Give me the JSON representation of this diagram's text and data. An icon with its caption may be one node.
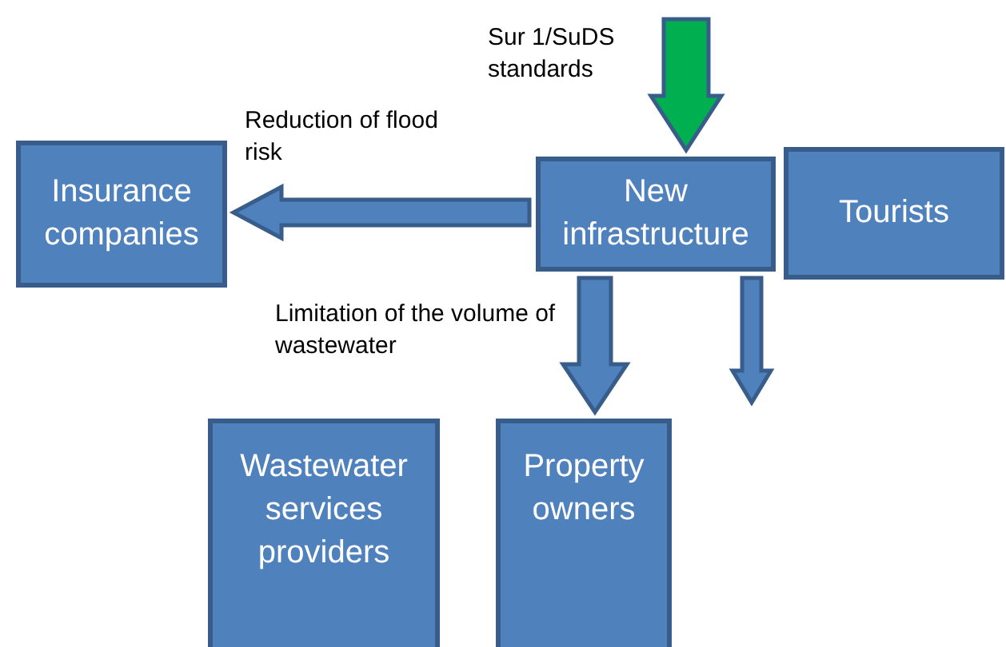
{
  "diagram": {
    "nodes": [
      {
        "text": [
          "Insurance companies"
        ]
      },
      {
        "text": [
          "New infrastructure"
        ]
      },
      {
        "text": [
          "Tourists"
        ]
      },
      {
        "text": [
          "Wastewater services providers"
        ]
      },
      {
        "text": [
          "Property owners"
        ]
      }
    ],
    "edges": [
      {
        "from": null,
        "to": 1,
        "arrow": "to",
        "label": "Sur 1/SuDS standards",
        "color": "#00b050"
      },
      {
        "from": 1,
        "to": 0,
        "arrow": "to",
        "label": "Reduction of flood risk"
      },
      {
        "from": 1,
        "to": 4,
        "arrow": "to",
        "label": "Limitation of the volume of wastewater"
      },
      {
        "from": 1,
        "to": null,
        "arrow": "to"
      }
    ]
  }
}
